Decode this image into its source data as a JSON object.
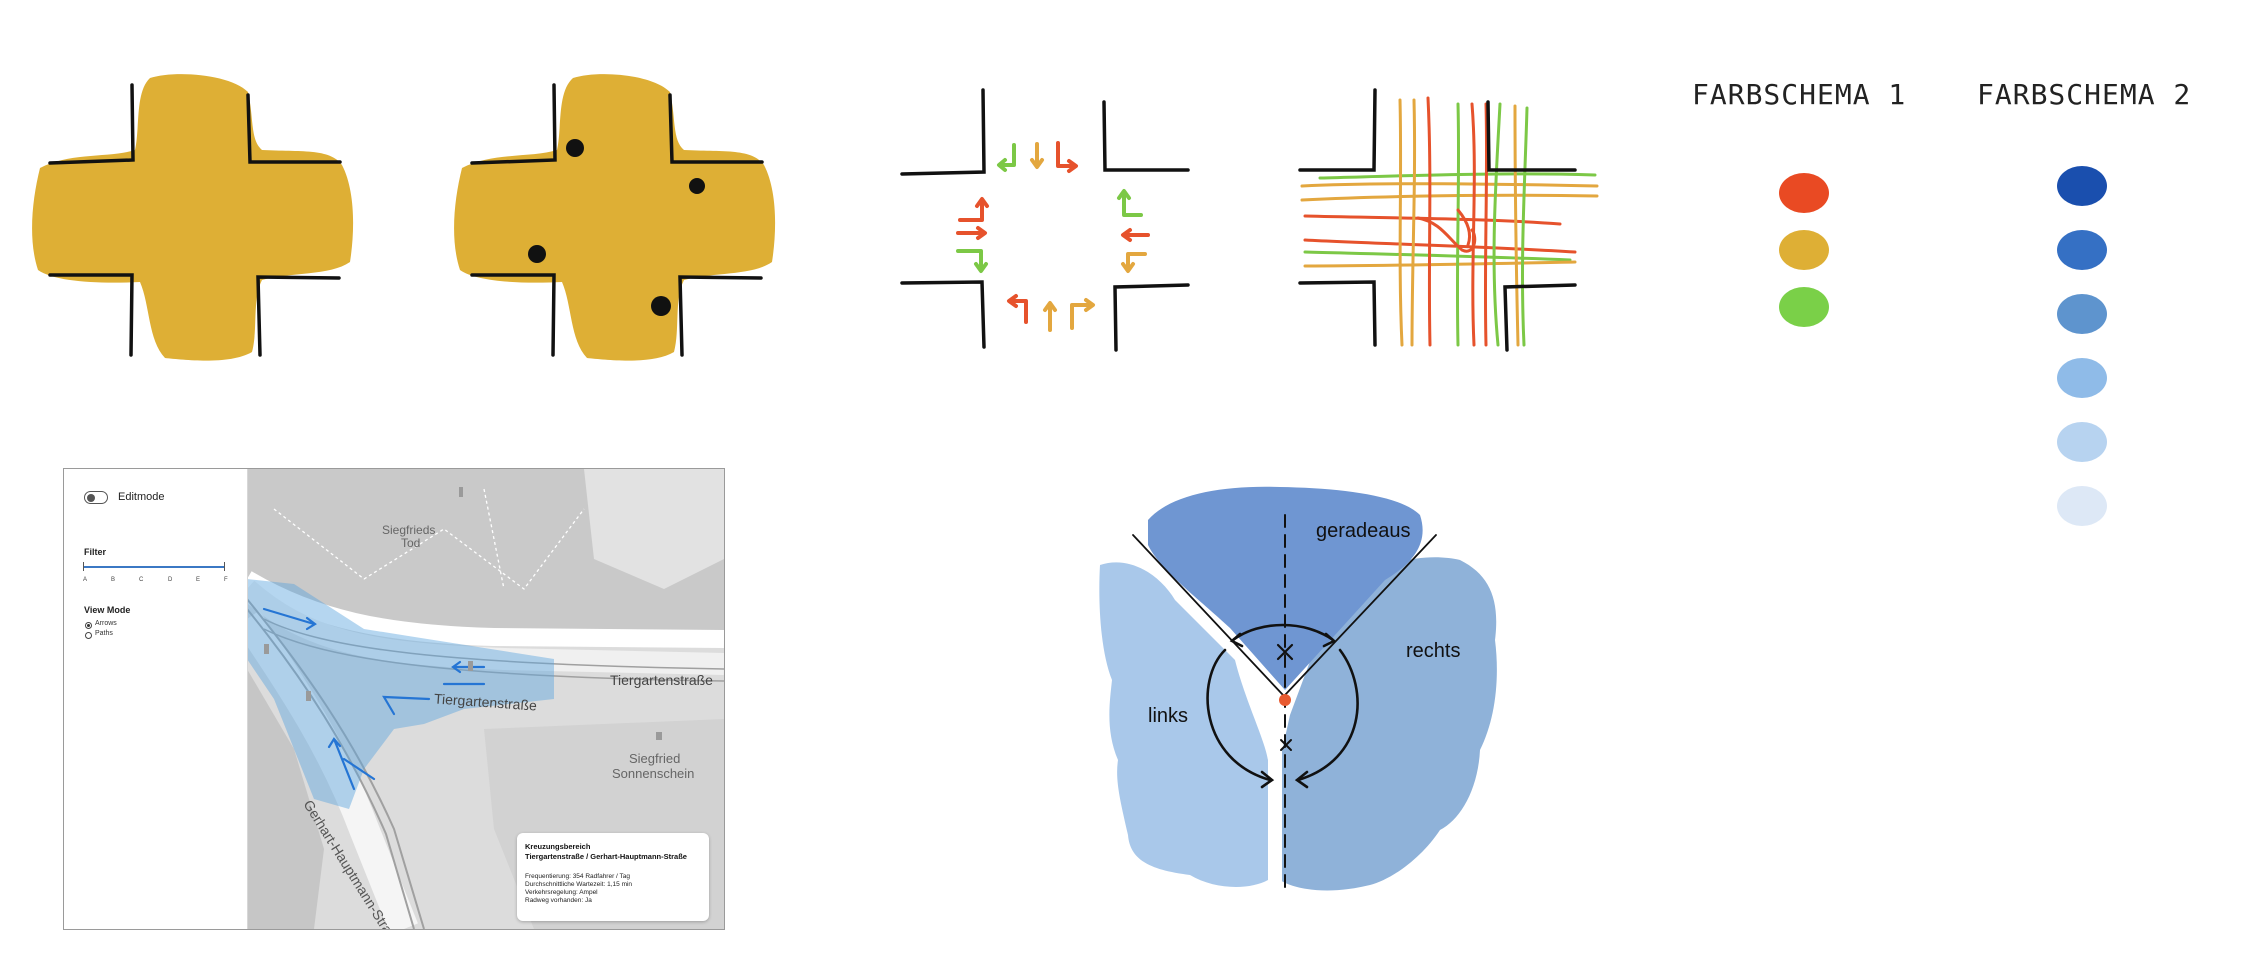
{
  "colors": {
    "blob_yellow": "#deaf35",
    "arrow_red": "#e6522c",
    "arrow_orange": "#e3a73f",
    "arrow_green": "#7cc846",
    "map_blue": "#5ba3dd",
    "radial_geradeaus": "#6f96d2",
    "radial_rechts": "#8fb2d9",
    "radial_links": "#a9c8ea",
    "dot_origin": "#e85a2f"
  },
  "color_schemes": [
    {
      "title": "FARBSCHEMA 1",
      "swatches": [
        "#e94a23",
        "#deaf35",
        "#7ad048"
      ]
    },
    {
      "title": "FARBSCHEMA 2",
      "swatches": [
        "#1a4fae",
        "#3570c4",
        "#5e94ce",
        "#8fbbe8",
        "#b7d3f0",
        "#dde8f6"
      ]
    }
  ],
  "mockup": {
    "editmode_label": "Editmode",
    "filter_label": "Filter",
    "filter_ticks": [
      "A",
      "B",
      "C",
      "D",
      "E",
      "F"
    ],
    "viewmode_label": "View Mode",
    "viewmode_options": [
      "Arrows",
      "Paths"
    ],
    "viewmode_selected": "Arrows",
    "map": {
      "poi_top_line1": "Siegfrieds",
      "poi_top_line2": "Tod",
      "poi_right_line1": "Siegfried",
      "poi_right_line2": "Sonnenschein",
      "street_main_right": "Tiergartenstraße",
      "street_main_mid": "Tiergartenstraße",
      "street_diagonal": "Gerhart-Hauptmann-Straße"
    },
    "info": {
      "title_line1": "Kreuzungsbereich",
      "title_line2": "Tiergartenstraße / Gerhart-Hauptmann-Straße",
      "line1": "Frequentierung: 354 Radfahrer / Tag",
      "line2": "Durchschnittliche Wartezeit: 1,15 min",
      "line3": "Verkehrsregelung: Ampel",
      "line4": "Radweg vorhanden: Ja"
    }
  },
  "direction_diagram": {
    "label_straight": "geradeaus",
    "label_right": "rechts",
    "label_left": "links"
  }
}
